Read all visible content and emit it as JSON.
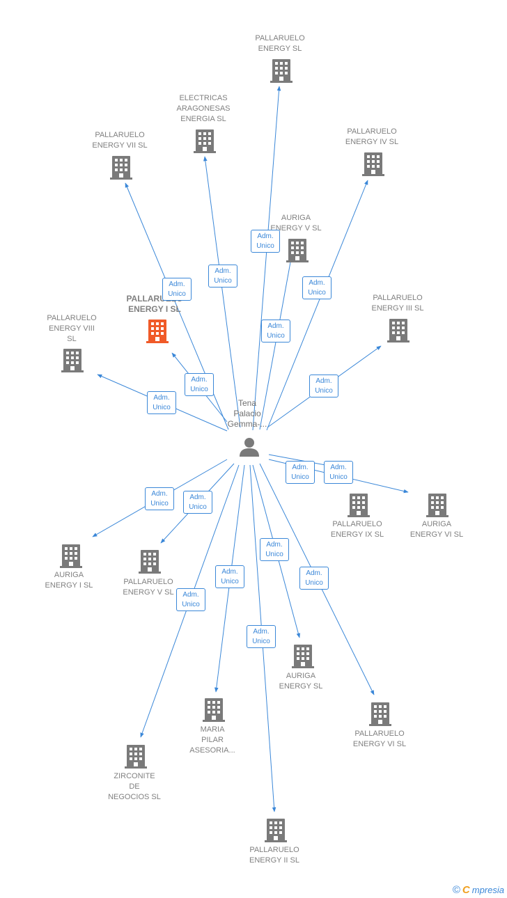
{
  "person": {
    "name": "Tena\nPalacio\nGemma-...",
    "icon": "person-icon"
  },
  "edge_label": "Adm.\nUnico",
  "colors": {
    "edge": "#3a87d8",
    "building": "#7a7a7a",
    "focus": "#f05a28",
    "text": "#808080"
  },
  "companies": [
    {
      "id": "pallaruelo-energy-sl",
      "name": "PALLARUELO\nENERGY  SL",
      "icon": "building-icon",
      "focus": false
    },
    {
      "id": "electricas-aragonesas-energia-sl",
      "name": "ELECTRICAS\nARAGONESAS\nENERGIA  SL",
      "icon": "building-icon",
      "focus": false
    },
    {
      "id": "pallaruelo-energy-vii-sl",
      "name": "PALLARUELO\nENERGY VII  SL",
      "icon": "building-icon",
      "focus": false
    },
    {
      "id": "pallaruelo-energy-iv-sl",
      "name": "PALLARUELO\nENERGY IV  SL",
      "icon": "building-icon",
      "focus": false
    },
    {
      "id": "auriga-energy-v-sl",
      "name": "AURIGA\nENERGY V  SL",
      "icon": "building-icon",
      "focus": false
    },
    {
      "id": "pallaruelo-energy-i-sl",
      "name": "PALLARUELO\nENERGY I  SL",
      "icon": "building-icon",
      "focus": true
    },
    {
      "id": "pallaruelo-energy-iii-sl",
      "name": "PALLARUELO\nENERGY III  SL",
      "icon": "building-icon",
      "focus": false
    },
    {
      "id": "pallaruelo-energy-viii-sl",
      "name": "PALLARUELO\nENERGY VIII\nSL",
      "icon": "building-icon",
      "focus": false
    },
    {
      "id": "pallaruelo-energy-ix-sl",
      "name": "PALLARUELO\nENERGY IX  SL",
      "icon": "building-icon",
      "focus": false
    },
    {
      "id": "auriga-energy-vi-sl",
      "name": "AURIGA\nENERGY VI  SL",
      "icon": "building-icon",
      "focus": false
    },
    {
      "id": "auriga-energy-i-sl",
      "name": "AURIGA\nENERGY I  SL",
      "icon": "building-icon",
      "focus": false
    },
    {
      "id": "pallaruelo-energy-v-sl",
      "name": "PALLARUELO\nENERGY V  SL",
      "icon": "building-icon",
      "focus": false
    },
    {
      "id": "auriga-energy-sl",
      "name": "AURIGA\nENERGY  SL",
      "icon": "building-icon",
      "focus": false
    },
    {
      "id": "pallaruelo-energy-vi-sl",
      "name": "PALLARUELO\nENERGY VI  SL",
      "icon": "building-icon",
      "focus": false
    },
    {
      "id": "maria-pilar-asesoria",
      "name": "MARIA\nPILAR\nASESORIA...",
      "icon": "building-icon",
      "focus": false
    },
    {
      "id": "zirconite-de-negocios-sl",
      "name": "ZIRCONITE\nDE\nNEGOCIOS  SL",
      "icon": "building-icon",
      "focus": false
    },
    {
      "id": "pallaruelo-energy-ii-sl",
      "name": "PALLARUELO\nENERGY II  SL",
      "icon": "building-icon",
      "focus": false
    }
  ],
  "brand": {
    "copyright": "©",
    "initial": "C",
    "rest": "mpresia"
  }
}
